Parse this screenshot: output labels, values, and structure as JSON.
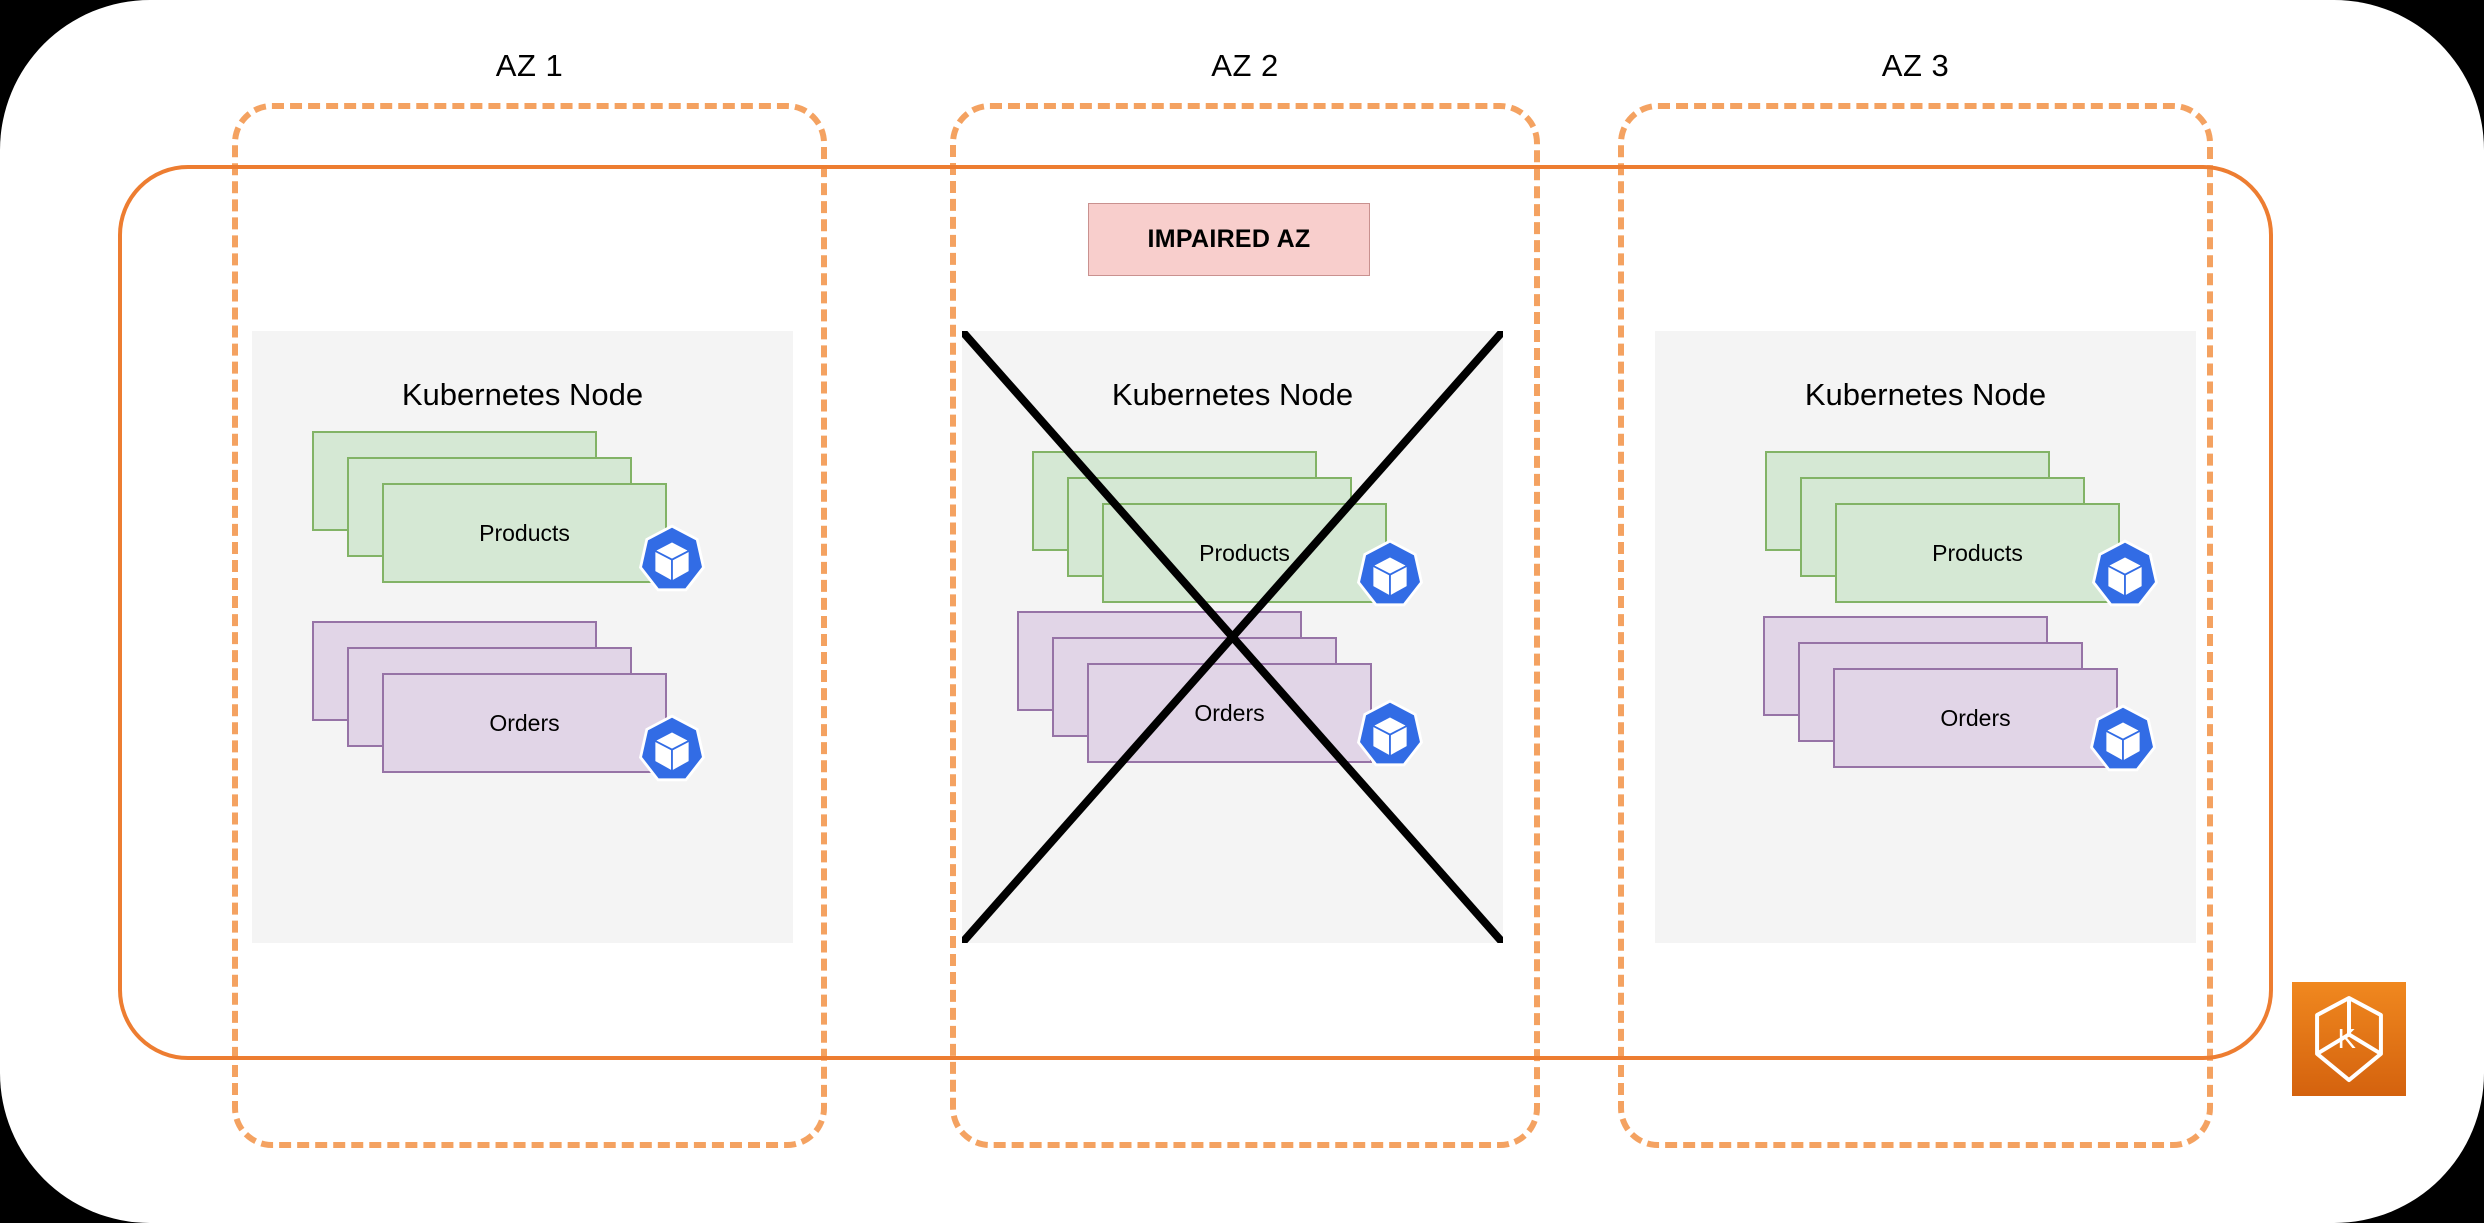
{
  "diagram": {
    "type": "architecture-diagram",
    "title": "Multi-AZ Kubernetes cluster with one impaired availability zone",
    "colors": {
      "cluster_boundary": "#ED7D31",
      "az_boundary": "#F4A261",
      "node_panel": "#F4F4F4",
      "pod_green_fill": "#D5E8D4",
      "pod_green_stroke": "#82B366",
      "pod_purple_fill": "#E1D5E7",
      "pod_purple_stroke": "#9673A6",
      "impaired_fill": "#F8CECC",
      "impaired_stroke": "#C9918F",
      "k8s_blue": "#326CE5",
      "eks_orange_light": "#F0881F",
      "eks_orange_dark": "#D4620E",
      "failure_x": "#000000",
      "canvas": "#FFFFFF",
      "frame": "#000000"
    }
  },
  "zones": [
    {
      "label": "AZ 1",
      "status": "healthy",
      "failed": false,
      "node": {
        "title": "Kubernetes Node",
        "workloads": [
          {
            "name": "Products",
            "replicas": 3,
            "color": "green",
            "icon": "kubernetes-icon"
          },
          {
            "name": "Orders",
            "replicas": 3,
            "color": "purple",
            "icon": "kubernetes-icon"
          }
        ]
      }
    },
    {
      "label": "AZ 2",
      "status": "impaired",
      "failed": true,
      "badge": "IMPAIRED AZ",
      "node": {
        "title": "Kubernetes Node",
        "workloads": [
          {
            "name": "Products",
            "replicas": 3,
            "color": "green",
            "icon": "kubernetes-icon"
          },
          {
            "name": "Orders",
            "replicas": 3,
            "color": "purple",
            "icon": "kubernetes-icon"
          }
        ]
      }
    },
    {
      "label": "AZ 3",
      "status": "healthy",
      "failed": false,
      "node": {
        "title": "Kubernetes Node",
        "workloads": [
          {
            "name": "Products",
            "replicas": 3,
            "color": "green",
            "icon": "kubernetes-icon"
          },
          {
            "name": "Orders",
            "replicas": 3,
            "color": "purple",
            "icon": "kubernetes-icon"
          }
        ]
      }
    }
  ],
  "badges": {
    "impaired": "IMPAIRED AZ"
  },
  "service_logo": {
    "name": "aws-eks-logo",
    "letter": "K"
  }
}
